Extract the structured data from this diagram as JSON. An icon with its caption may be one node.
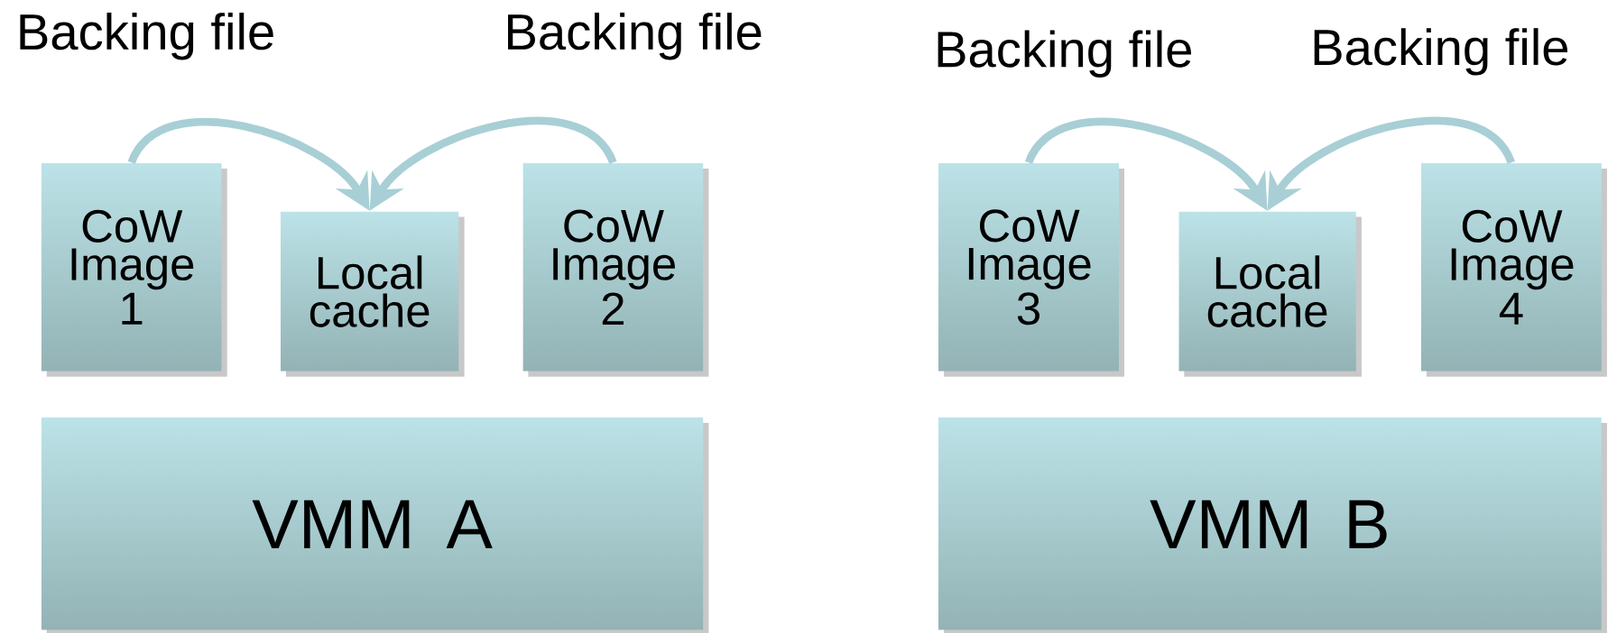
{
  "diagram": {
    "nodes": [
      {
        "text": [
          "CoW Image 1"
        ]
      },
      {
        "text": [
          "Local cache"
        ]
      },
      {
        "text": [
          "CoW Image 2"
        ]
      },
      {
        "text": [
          "VMM A"
        ]
      },
      {
        "text": [
          "CoW Image 3"
        ]
      },
      {
        "text": [
          "Local cache"
        ]
      },
      {
        "text": [
          "CoW Image 4"
        ]
      },
      {
        "text": [
          "VMM B"
        ]
      }
    ],
    "edges": [
      {
        "from": 0,
        "to": 1,
        "arrow": "to"
      },
      {
        "from": 2,
        "to": 1,
        "arrow": "to"
      },
      {
        "from": 4,
        "to": 5,
        "arrow": "to"
      },
      {
        "from": 6,
        "to": 5,
        "arrow": "to"
      }
    ],
    "labels": [
      "Backing file",
      "Backing file",
      "Backing file",
      "Backing file"
    ]
  }
}
